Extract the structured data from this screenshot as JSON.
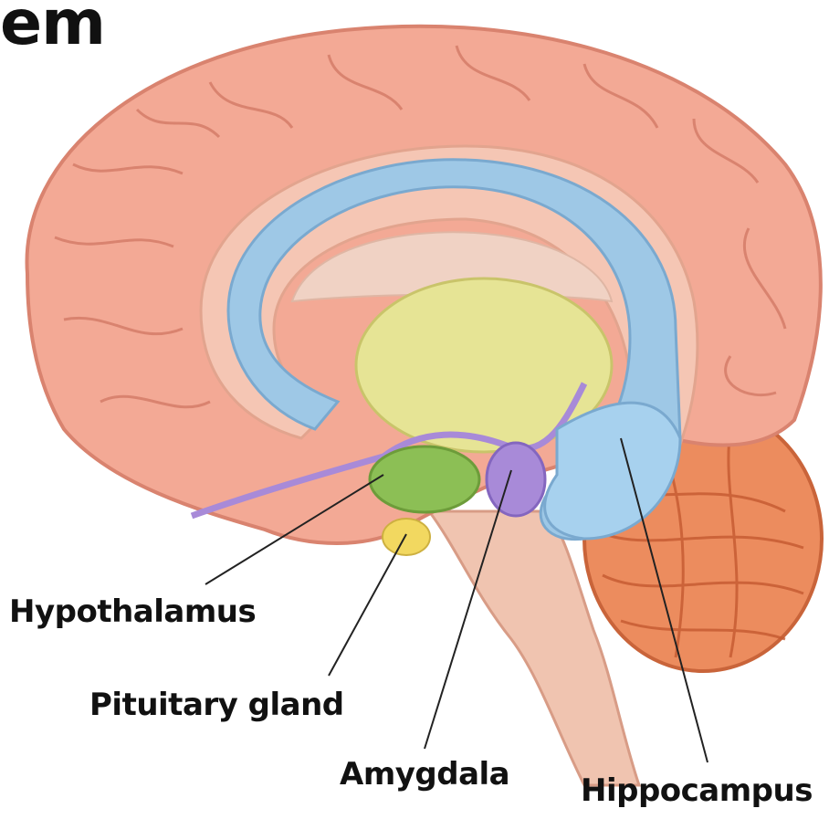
{
  "title_fragment": "em",
  "labels": {
    "hypothalamus": "Hypothalamus",
    "pituitary": "Pituitary gland",
    "amygdala": "Amygdala",
    "hippocampus": "Hippocampus"
  },
  "colors": {
    "cortex": "#f3a995",
    "cortex_dark": "#d9836f",
    "corpus_callosum": "#f5c6b4",
    "fornix_blue": "#9ec8e6",
    "thalamus": "#e6e495",
    "hypothalamus": "#8cbf55",
    "pituitary": "#f2d860",
    "amygdala": "#a88ad8",
    "brainstem": "#f0c4b0",
    "cerebellum": "#ec8c5e",
    "cerebellum_dark": "#d2693f"
  }
}
